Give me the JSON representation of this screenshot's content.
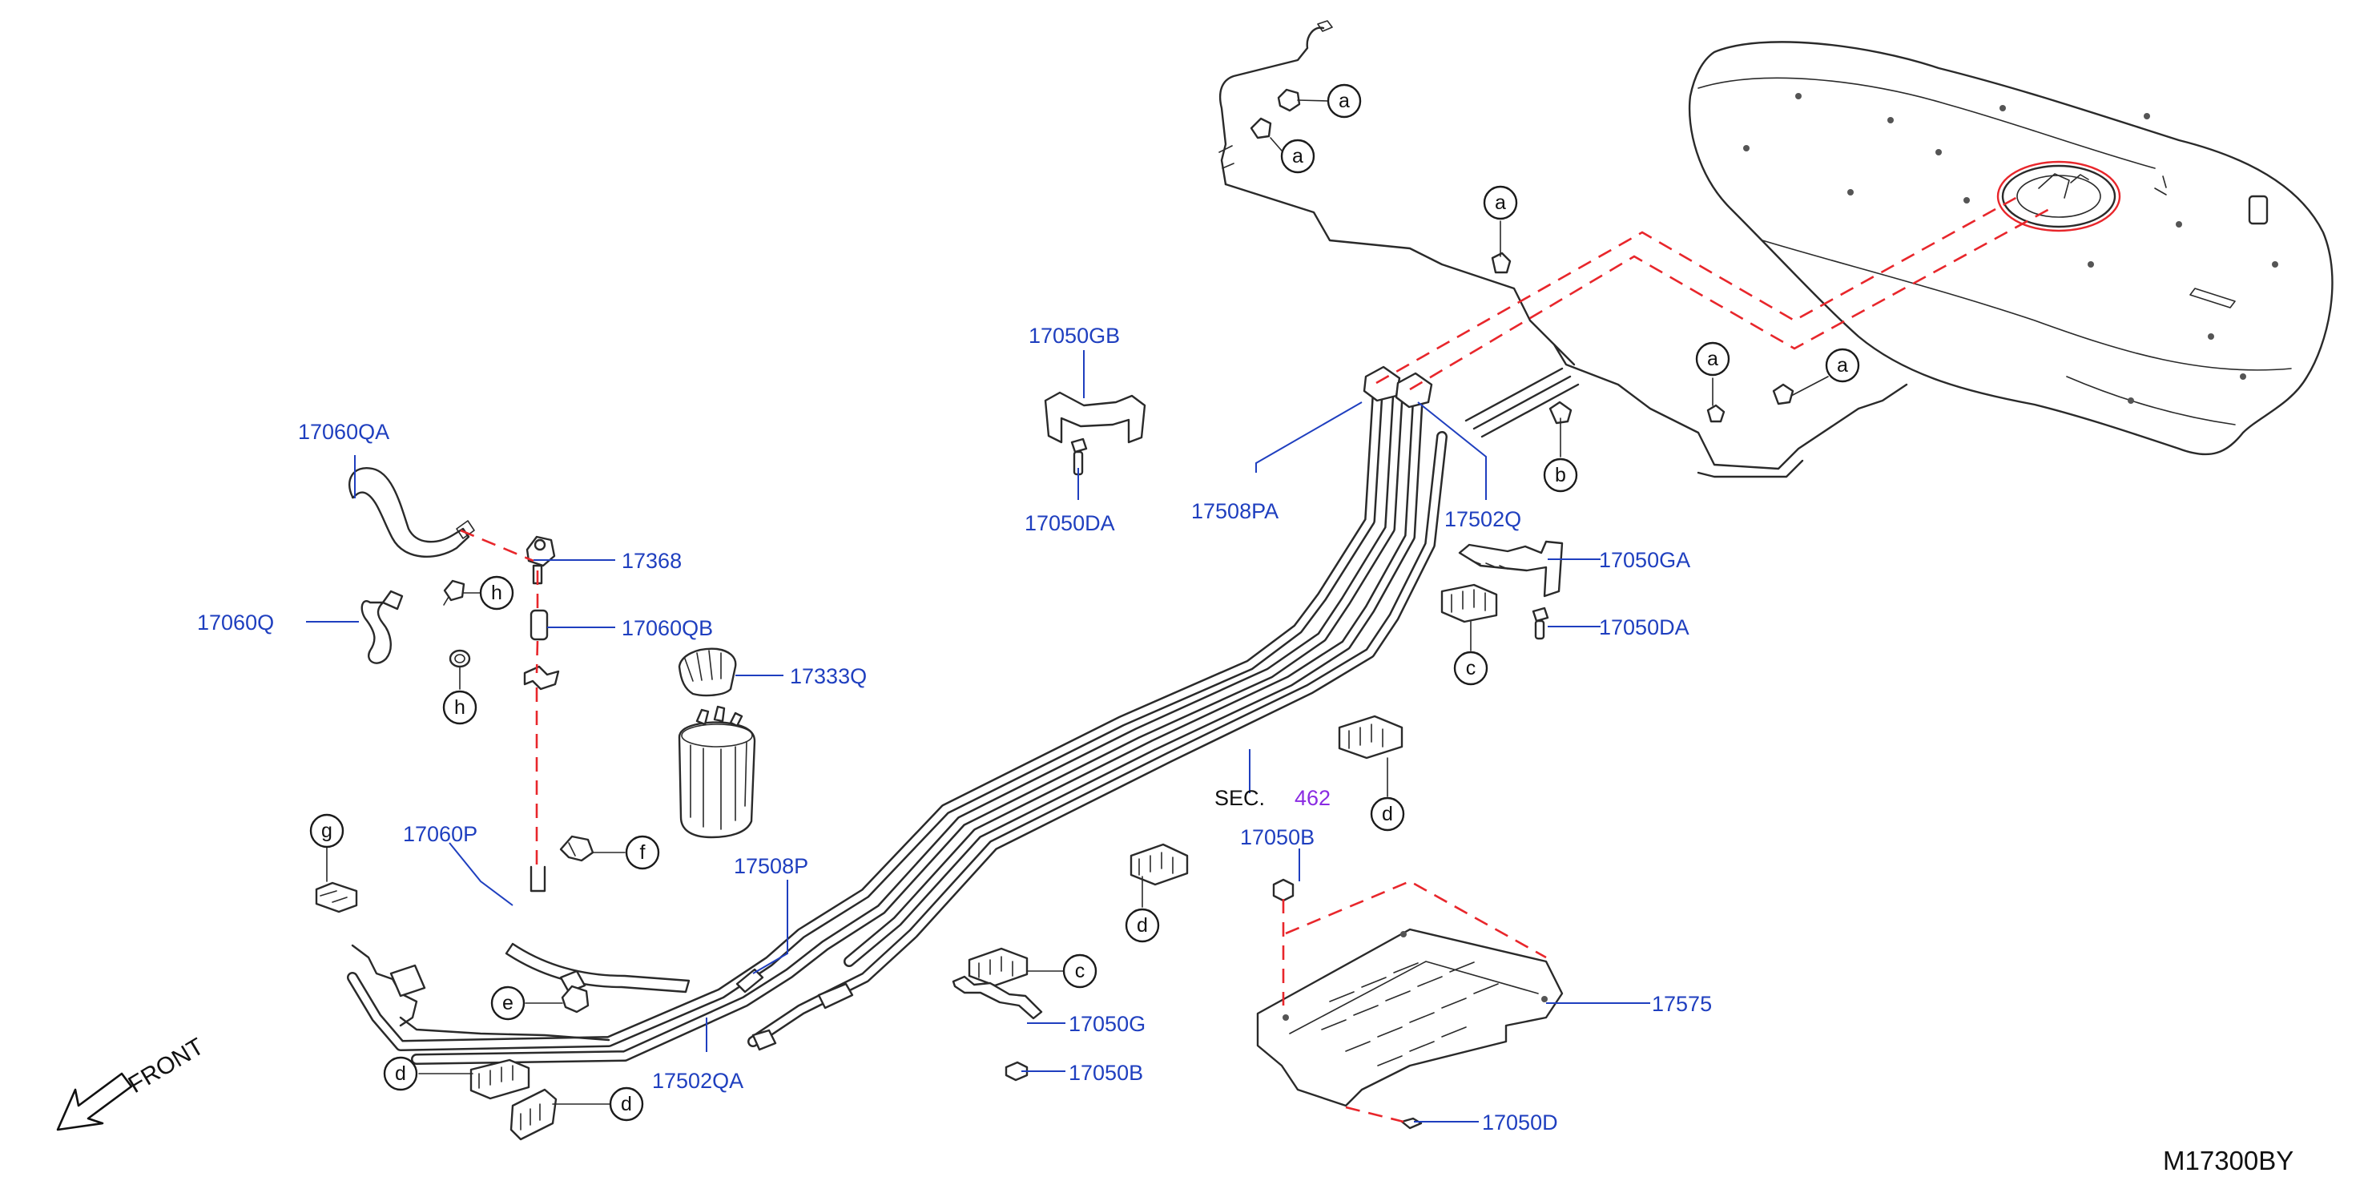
{
  "diagram": {
    "front_label": "FRONT",
    "diagram_code": "M17300BY",
    "section_ref": {
      "prefix": "SEC.",
      "number": "462"
    },
    "part_labels": {
      "p17060QA": "17060QA",
      "p17368": "17368",
      "p17060Q": "17060Q",
      "p17060QB": "17060QB",
      "p17333Q": "17333Q",
      "p17060P": "17060P",
      "p17508P": "17508P",
      "p17502QA": "17502QA",
      "p17050GB": "17050GB",
      "p17050DA_top": "17050DA",
      "p17508PA": "17508PA",
      "p17502Q": "17502Q",
      "p17050GA": "17050GA",
      "p17050DA_right": "17050DA",
      "p17050B_mid": "17050B",
      "p17050G": "17050G",
      "p17050B_bot": "17050B",
      "p17575": "17575",
      "p17050D": "17050D"
    },
    "callout_letters": {
      "a1": "a",
      "a2": "a",
      "a3": "a",
      "a4": "a",
      "a5": "a",
      "b": "b",
      "c1": "c",
      "c2": "c",
      "d1": "d",
      "d2": "d",
      "d3": "d",
      "d4": "d",
      "e": "e",
      "f": "f",
      "g": "g",
      "h1": "h",
      "h2": "h"
    },
    "colors": {
      "part_label": "#1f3fbf",
      "leader_line": "#1f3fbf",
      "dashed_guide": "#e8262b",
      "section_number": "#8a2be2",
      "drawing": "#2a2a2a"
    }
  }
}
